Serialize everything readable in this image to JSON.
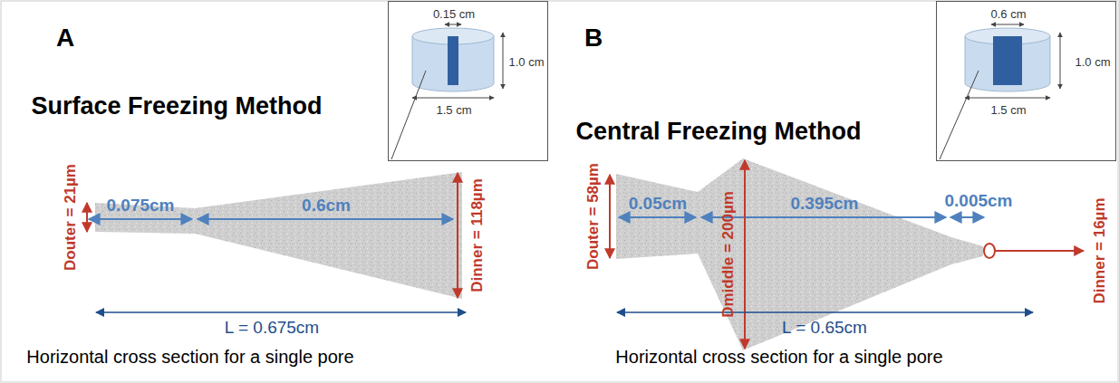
{
  "diagram": {
    "nodes": [
      {
        "text": [
          "0.15 cm",
          "1.0 cm",
          "1.5 cm"
        ]
      },
      {
        "text": [
          "0.6 cm",
          "1.0 cm",
          "1.5 cm"
        ]
      }
    ],
    "labels": [
      "A",
      "Surface Freezing Method",
      "0.075cm",
      "0.6cm",
      "Douter = 21µm",
      "Dinner = 118µm",
      "L = 0.675cm",
      "Horizontal cross section for a single pore",
      "B",
      "Central Freezing Method",
      "0.05cm",
      "0.395cm",
      "0.005cm",
      "Douter = 58µm",
      "Dmiddle = 200µm",
      "Dinner = 16µm",
      "L = 0.65cm",
      "Horizontal cross section for a single pore"
    ]
  }
}
